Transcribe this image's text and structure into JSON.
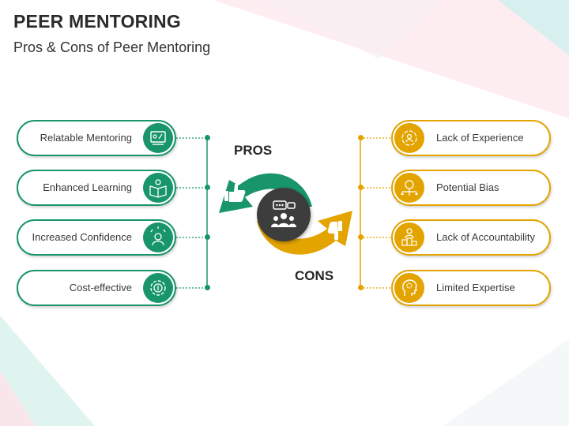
{
  "title": "PEER MENTORING",
  "subtitle": "Pros & Cons of Peer Mentoring",
  "colors": {
    "pros": "#18956a",
    "cons": "#e3a400",
    "center": "#3d3d3d"
  },
  "pros_label": "PROS",
  "cons_label": "CONS",
  "pros": [
    {
      "label": "Relatable Mentoring",
      "icon": "mentoring-board-icon"
    },
    {
      "label": "Enhanced Learning",
      "icon": "open-book-icon"
    },
    {
      "label": "Increased Confidence",
      "icon": "confident-person-icon"
    },
    {
      "label": "Cost-effective",
      "icon": "money-gear-icon"
    }
  ],
  "cons": [
    {
      "label": "Lack of Experience",
      "icon": "target-person-icon"
    },
    {
      "label": "Potential Bias",
      "icon": "balance-scale-icon"
    },
    {
      "label": "Lack of Accountability",
      "icon": "person-podium-icon"
    },
    {
      "label": "Limited Expertise",
      "icon": "head-gear-icon"
    }
  ],
  "center_icon": "group-chat-icon"
}
